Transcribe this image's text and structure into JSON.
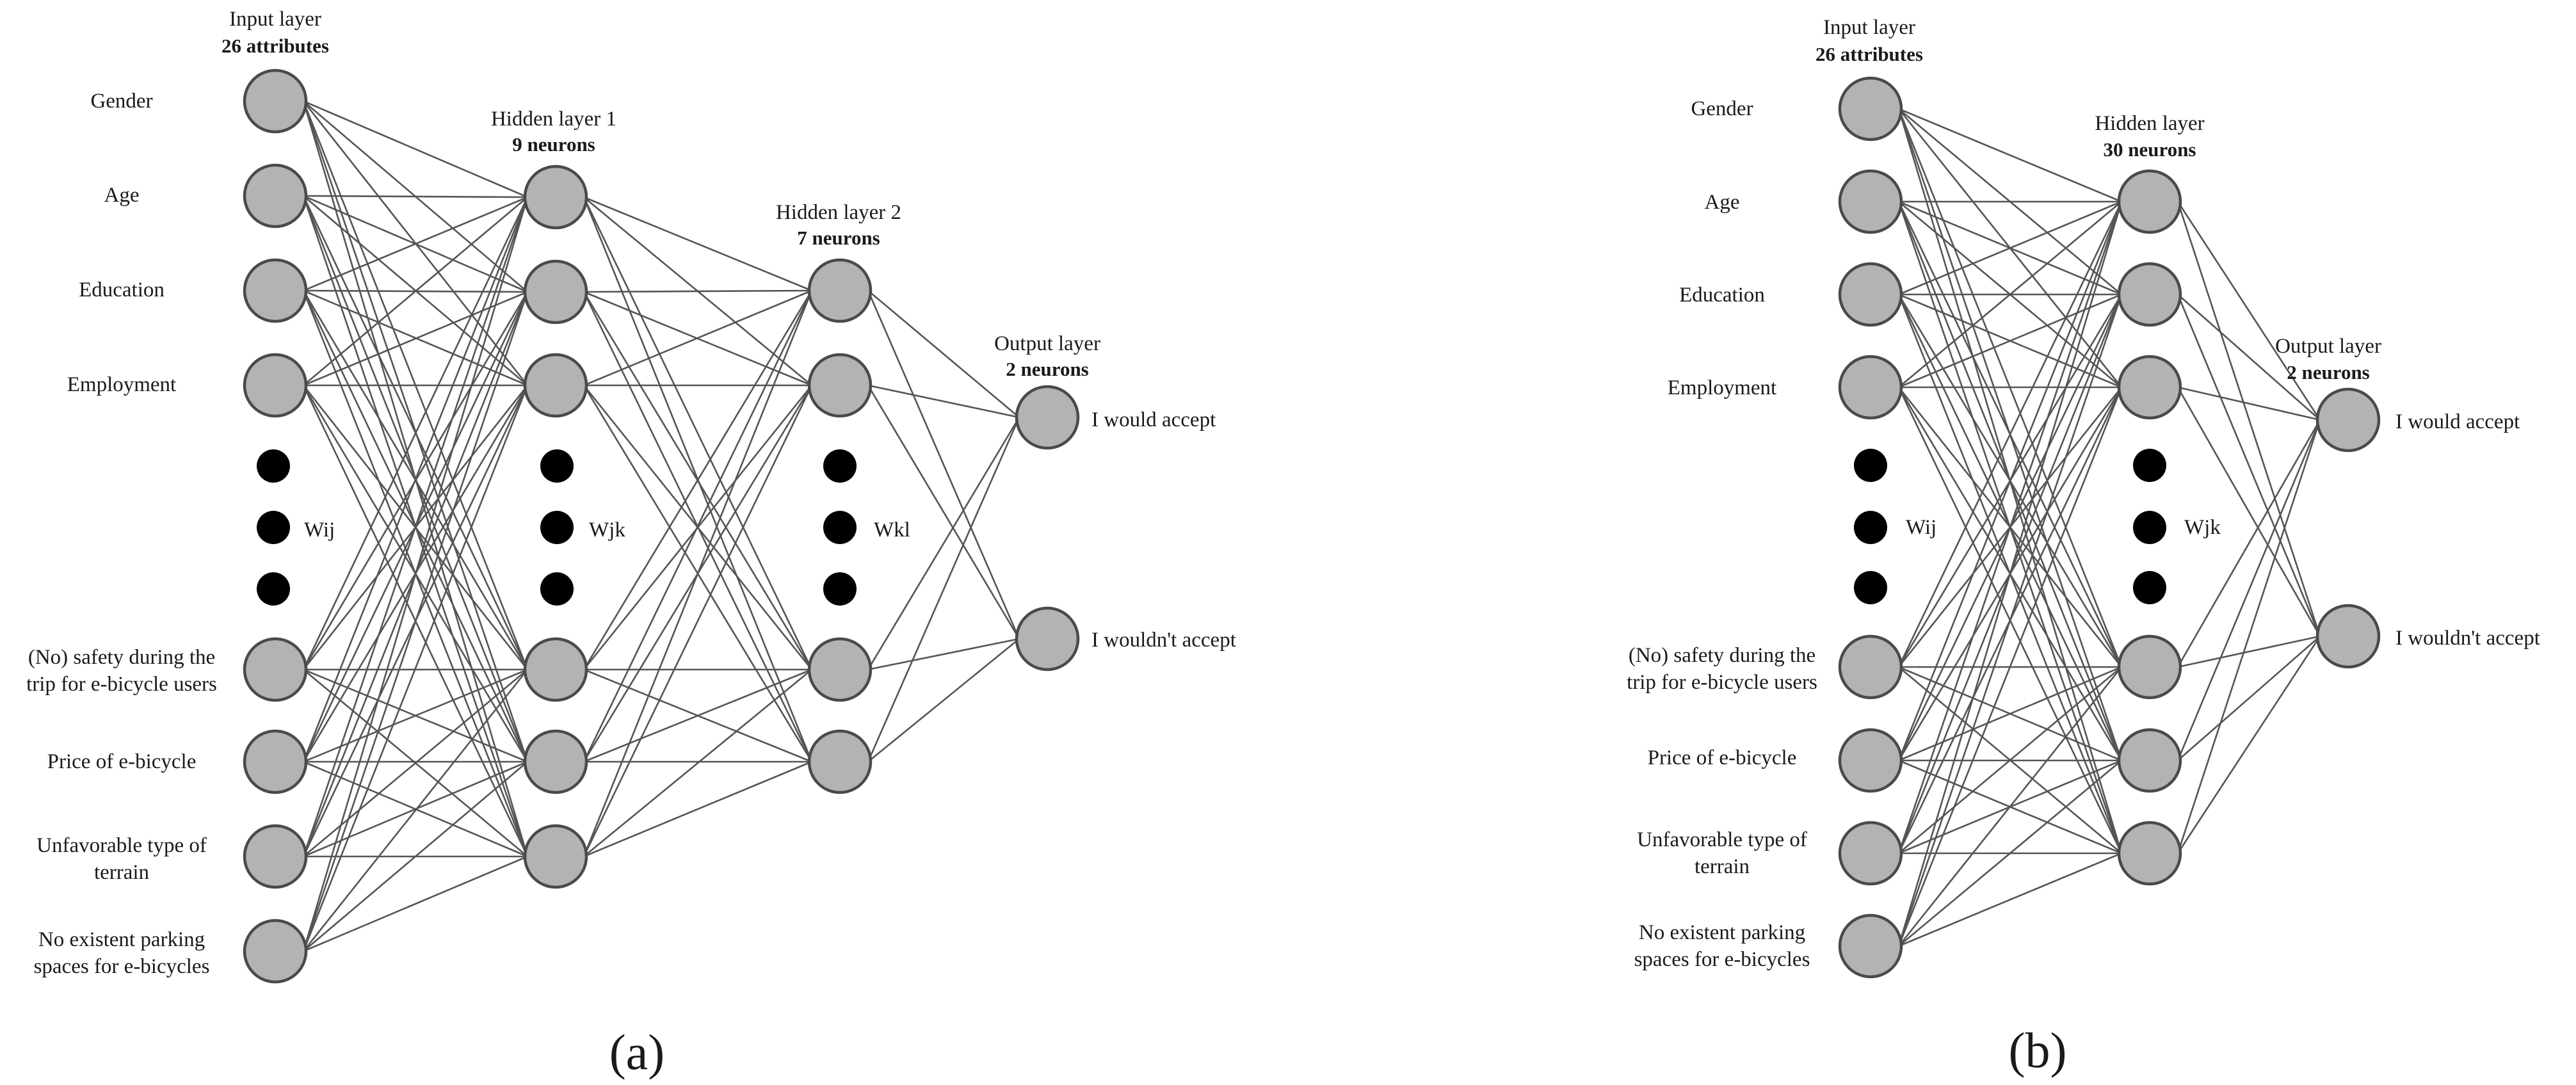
{
  "panel_a": {
    "caption": "(a)",
    "input_layer": {
      "title": "Input layer",
      "count": "26 attributes"
    },
    "hidden_layer_1": {
      "title": "Hidden layer 1",
      "count": "9 neurons"
    },
    "hidden_layer_2": {
      "title": "Hidden layer 2",
      "count": "7 neurons"
    },
    "output_layer": {
      "title": "Output layer",
      "count": "2 neurons"
    },
    "weights": [
      "Wij",
      "Wjk",
      "Wkl"
    ],
    "inputs": [
      [
        "Gender"
      ],
      [
        "Age"
      ],
      [
        "Education"
      ],
      [
        "Employment"
      ],
      [
        "(No) safety during the",
        "trip for e-bicycle users"
      ],
      [
        "Price of e-bicycle"
      ],
      [
        "Unfavorable type of",
        "terrain"
      ],
      [
        "No existent parking",
        "spaces for e-bicycles"
      ]
    ],
    "outputs": [
      "I would accept",
      "I wouldn't accept"
    ]
  },
  "panel_b": {
    "caption": "(b)",
    "input_layer": {
      "title": "Input layer",
      "count": "26 attributes"
    },
    "hidden_layer": {
      "title": "Hidden layer",
      "count": "30 neurons"
    },
    "output_layer": {
      "title": "Output layer",
      "count": "2 neurons"
    },
    "weights": [
      "Wij",
      "Wjk"
    ],
    "inputs": [
      [
        "Gender"
      ],
      [
        "Age"
      ],
      [
        "Education"
      ],
      [
        "Employment"
      ],
      [
        "(No) safety during the",
        "trip for e-bicycle users"
      ],
      [
        "Price of e-bicycle"
      ],
      [
        "Unfavorable type of",
        "terrain"
      ],
      [
        "No existent parking",
        "spaces for e-bicycles"
      ]
    ],
    "outputs": [
      "I would accept",
      "I wouldn't accept"
    ]
  }
}
